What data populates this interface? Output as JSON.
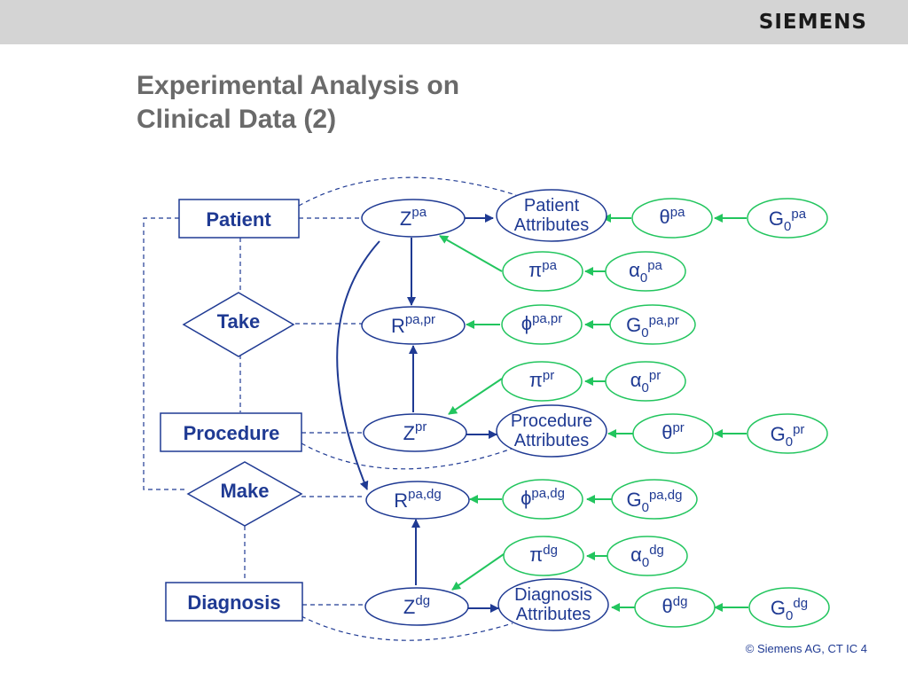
{
  "header": {
    "logo": "SIEMENS"
  },
  "title": {
    "line1": "Experimental Analysis on",
    "line2": "Clinical Data (2)"
  },
  "entities": {
    "patient": "Patient",
    "procedure": "Procedure",
    "diagnosis": "Diagnosis"
  },
  "relations": {
    "take": "Take",
    "make": "Make"
  },
  "variables": {
    "z": "Z",
    "r": "R",
    "sup_pa": "pa",
    "sup_pr": "pr",
    "sup_dg": "dg",
    "sup_pa_pr": "pa,pr",
    "sup_pa_dg": "pa,dg"
  },
  "attributes": {
    "patient": [
      "Patient",
      "Attributes"
    ],
    "procedure": [
      "Procedure",
      "Attributes"
    ],
    "diagnosis": [
      "Diagnosis",
      "Attributes"
    ]
  },
  "params": {
    "theta": "θ",
    "pi": "π",
    "phi": "ϕ",
    "alpha": "α",
    "g": "G",
    "sub0": "0"
  },
  "colors": {
    "primary": "#1f3a93",
    "green": "#22c55e",
    "gray_bar": "#d4d4d4",
    "title": "#6a6a6a"
  },
  "footer": {
    "copyright": "© Siemens AG, CT IC 4"
  }
}
